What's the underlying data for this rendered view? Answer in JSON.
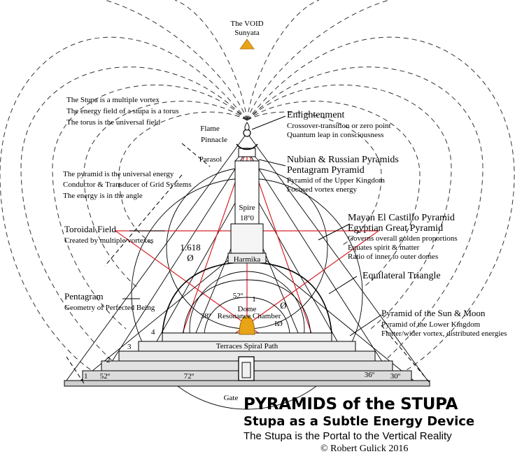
{
  "top": {
    "void_line1": "The VOID",
    "void_line2": "Sunyata"
  },
  "left_notes": {
    "stupa_line1": "The Stupa is a multiple vortex",
    "stupa_line2": "The energy field of a stupa is a torus",
    "stupa_line3": "The torus is the universal field",
    "pyramid_line1": "The pyramid is the universal energy",
    "pyramid_line2": "Conductor & Transducer of Grid Systems",
    "pyramid_line3": "The energy is in the angle",
    "toroidal_title": "Toroidal Field",
    "toroidal_sub": "Created by multiple vortexes",
    "pentagram_title": "Pentagram",
    "pentagram_sub": "Geometry of Perfected Being"
  },
  "stupa_parts": {
    "flame": "Flame",
    "pinnacle": "Pinnacle",
    "parasol": "Parasol",
    "spire": "Spire",
    "spire_angle": "18º0",
    "harmika": "Harmika",
    "ratio": "1.618",
    "phi_left": "Ø",
    "dome_angle": "52º",
    "dome_num": "1",
    "dome": "Dome",
    "resonance_angle": "38º",
    "resonance": "Resonance Chamber",
    "phi_right": "Ø",
    "phi_right2": "IØ",
    "terraces": "Terraces Spiral Path",
    "terrace_1": "1",
    "terrace_2": "2",
    "terrace_3": "3",
    "terrace_4": "4",
    "base_left": "52º",
    "angle_72": "72º",
    "angle_36": "36º",
    "angle_30": "30º",
    "gate": "Gate"
  },
  "right_notes": {
    "enlight_title": "Enlightenment",
    "enlight_line1": "Crossover-transition or zero point",
    "enlight_line2": "Quantum leap in consciousness",
    "nubian_title1": "Nubian & Russian Pyramids",
    "nubian_title2": "Pentagram Pyramid",
    "nubian_line1": "Pyramid of the Upper Kingdom",
    "nubian_line2": "Focused vortex energy",
    "mayan_title1": "Mayan El Castillo Pyramid",
    "mayan_title2": "Egyptian Great Pyramid",
    "mayan_line1": "Governs overall golden proportions",
    "mayan_line2": "Equates spirit & matter",
    "mayan_line3": "Ratio of inner to outer domes",
    "equilateral": "Equilateral Triangle",
    "sun_title": "Pyramid of the Sun & Moon",
    "sun_line1": "Pyramid of the Lower Kingdom",
    "sun_line2": "Flatter/wider vortex, distributed energies"
  },
  "title_block": {
    "title": "PYRAMIDS of the STUPA",
    "subtitle": "Stupa as a Subtle Energy Device",
    "tagline": "The Stupa is the Portal to the Vertical Reality",
    "credit": "©  Robert Gulick 2016"
  },
  "colors": {
    "gold": "#e8a317",
    "red_lines": "#d8232a",
    "ink": "#000000"
  }
}
